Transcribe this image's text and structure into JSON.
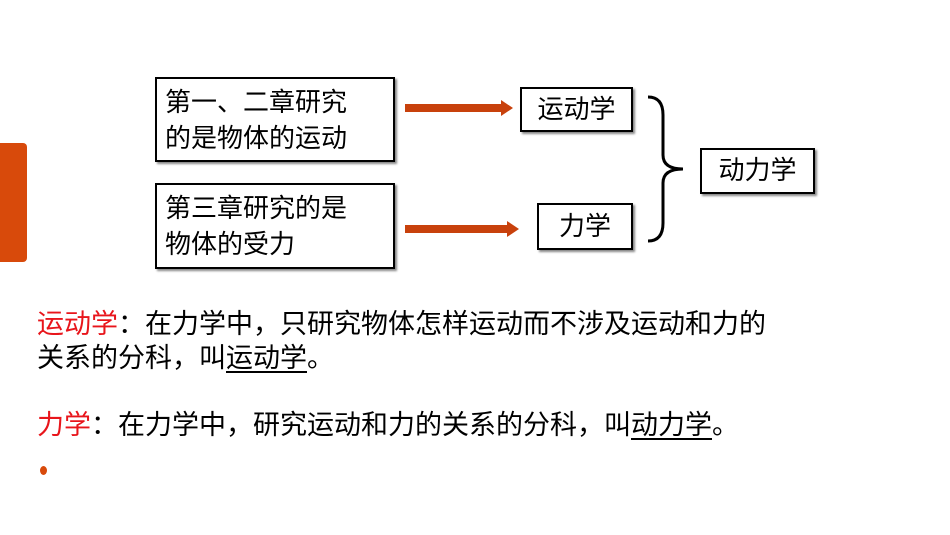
{
  "diagram": {
    "source_boxes": [
      {
        "line1": "第一、二章研究",
        "line2": "的是物体的运动"
      },
      {
        "line1": "第三章研究的是",
        "line2": "物体的受力"
      }
    ],
    "terms": [
      "运动学",
      "力学"
    ],
    "combined": "动力学"
  },
  "definitions": [
    {
      "term": "运动学",
      "colon": "：",
      "text": "在力学中，只研究物体怎样运动而不涉及运动和力的",
      "text2": "关系的分科，叫",
      "underlined": "运动学",
      "end": "。"
    },
    {
      "term": "力学",
      "colon": "：",
      "text": "在力学中，研究运动和力的关系的分科，叫",
      "underlined": "动力学",
      "end": "。"
    }
  ],
  "colors": {
    "accent": "#D84A0B",
    "arrow": "#C8410C",
    "term_red": "#E8151B"
  }
}
